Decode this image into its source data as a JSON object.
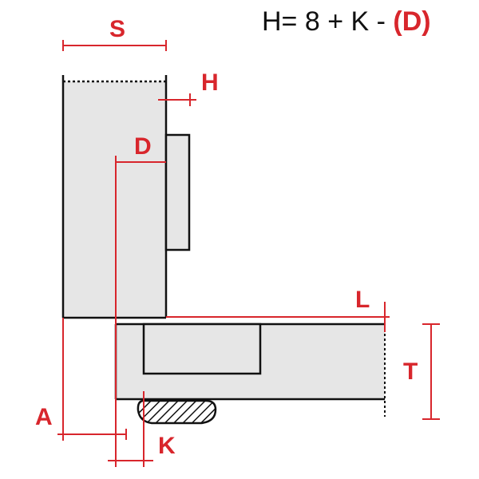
{
  "formula": {
    "prefix": "H= 8 + K - ",
    "suffix": "(D)"
  },
  "labels": {
    "s": "S",
    "h": "H",
    "d": "D",
    "l": "L",
    "t": "T",
    "a": "A",
    "k": "K"
  },
  "colors": {
    "dimension": "#d8262c",
    "panel_fill": "#e6e6e6",
    "outline": "#111111",
    "formula_text": "#111111"
  }
}
